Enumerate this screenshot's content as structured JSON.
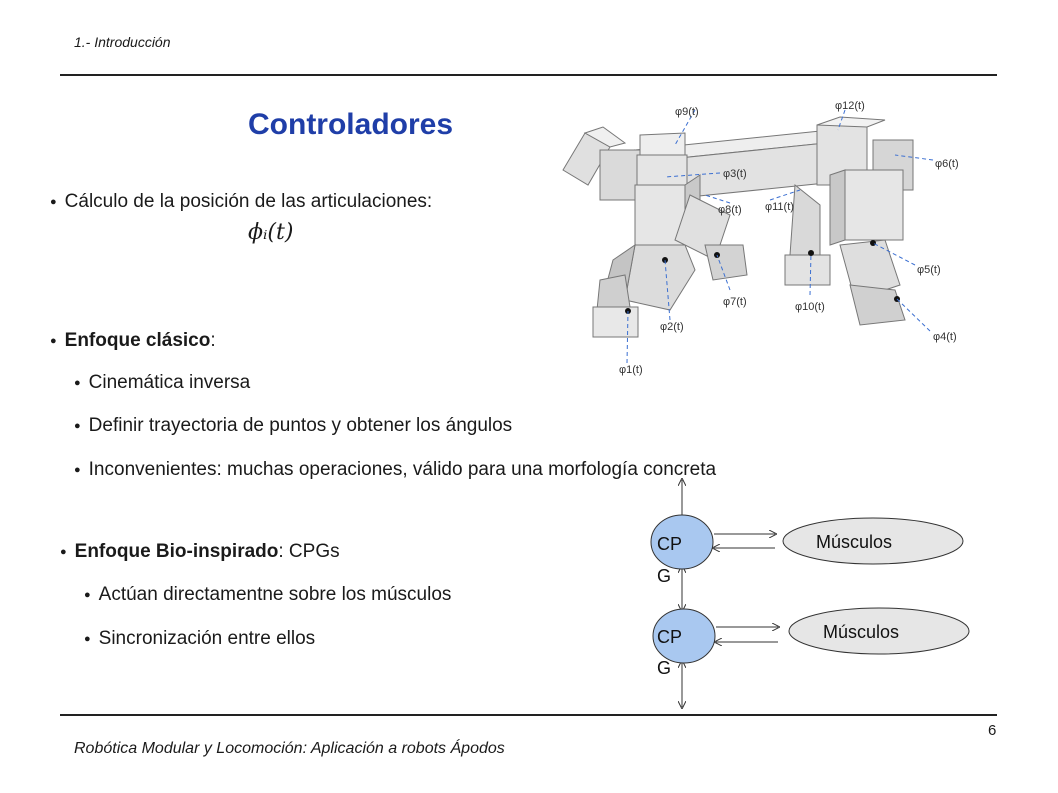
{
  "header": {
    "section": "1.- Introducción"
  },
  "title": "Controladores",
  "bullets": {
    "b1": "Cálculo de la posición de las articulaciones:",
    "formula": "ϕᵢ(t)",
    "classic_bold": "Enfoque clásico",
    "classic_rest": ":",
    "classic_items": [
      "Cinemática inversa",
      "Definir trayectoria de puntos y obtener los ángulos",
      "Inconvenientes: muchas operaciones, válido para una morfología concreta"
    ],
    "bio_bold": "Enfoque Bio-inspirado",
    "bio_rest": ": CPGs",
    "bio_items": [
      "Actúan directamentne sobre los músculos",
      "Sincronización entre ellos"
    ]
  },
  "diagram": {
    "cpg_label_1": "CP",
    "cpg_label_2": "G",
    "muscle_label": "Músculos",
    "cpg_fill": "#a9c8f0",
    "muscle_fill": "#e6e6e6"
  },
  "robot": {
    "labels": [
      "φ9(t)",
      "φ12(t)",
      "φ6(t)",
      "φ3(t)",
      "φ8(t)",
      "φ11(t)",
      "φ5(t)",
      "φ7(t)",
      "φ10(t)",
      "φ2(t)",
      "φ4(t)",
      "φ1(t)"
    ],
    "line_color": "#3b6fd1"
  },
  "footer": {
    "text": "Robótica Modular y Locomoción: Aplicación a robots Ápodos",
    "page": "6"
  }
}
